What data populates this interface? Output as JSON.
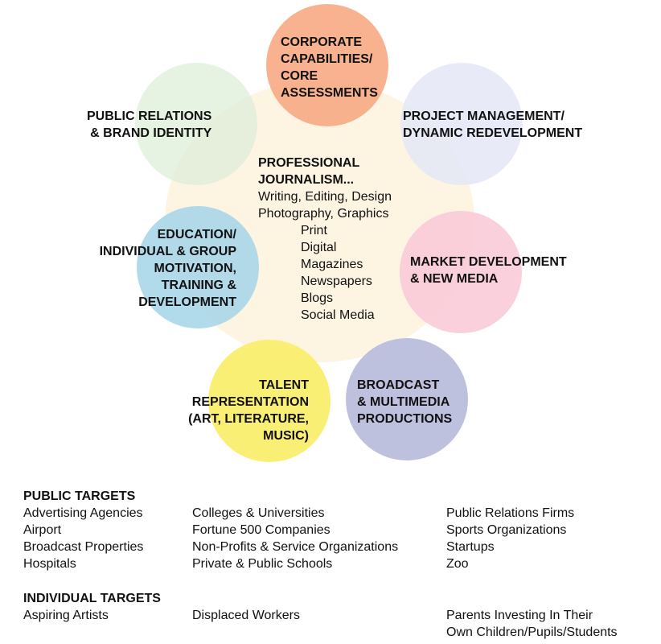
{
  "center": {
    "title_lines": [
      "PROFESSIONAL",
      "JOURNALISM..."
    ],
    "sub_lines": [
      "Writing, Editing, Design",
      "Photography, Graphics"
    ],
    "media": [
      "Print",
      "Digital",
      "Magazines",
      "Newspapers",
      "Blogs",
      "Social Media"
    ]
  },
  "nodes": {
    "corporate": {
      "lines": [
        "CORPORATE",
        "CAPABILITIES/",
        "CORE",
        "ASSESSMENTS"
      ],
      "color": "#f7ae8a"
    },
    "project": {
      "lines": [
        "PROJECT MANAGEMENT/",
        "DYNAMIC REDEVELOPMENT"
      ],
      "color": "#e6eaf6"
    },
    "market": {
      "lines": [
        "MARKET DEVELOPMENT",
        "& NEW MEDIA"
      ],
      "color": "#f9cfdc"
    },
    "broadcast": {
      "lines": [
        "BROADCAST",
        "& MULTIMEDIA",
        "PRODUCTIONS"
      ],
      "color": "#bfc3de"
    },
    "talent": {
      "lines": [
        "TALENT",
        "REPRESENTATION",
        "(ART, LITERATURE,",
        "MUSIC)"
      ],
      "color": "#faf07a"
    },
    "education": {
      "lines": [
        "EDUCATION/",
        "INDIVIDUAL & GROUP",
        "MOTIVATION,",
        "TRAINING &",
        "DEVELOPMENT"
      ],
      "color": "#b0dcea"
    },
    "public_relations": {
      "lines": [
        "PUBLIC RELATIONS",
        "& BRAND IDENTITY"
      ],
      "color": "#e3f0df"
    }
  },
  "public_targets": {
    "heading": "PUBLIC TARGETS",
    "col1": [
      "Advertising Agencies",
      "Airport",
      "Broadcast Properties",
      "Hospitals"
    ],
    "col2": [
      "Colleges & Universities",
      "Fortune 500 Companies",
      "Non-Profits & Service Organizations",
      "Private & Public Schools"
    ],
    "col3": [
      "Public Relations Firms",
      "Sports Organizations",
      "Startups",
      "Zoo"
    ]
  },
  "individual_targets": {
    "heading": "INDIVIDUAL TARGETS",
    "col1": [
      "Aspiring Artists"
    ],
    "col2": [
      "Displaced Workers"
    ],
    "col3": [
      "Parents Investing In Their",
      "Own Children/Pupils/Students"
    ]
  }
}
